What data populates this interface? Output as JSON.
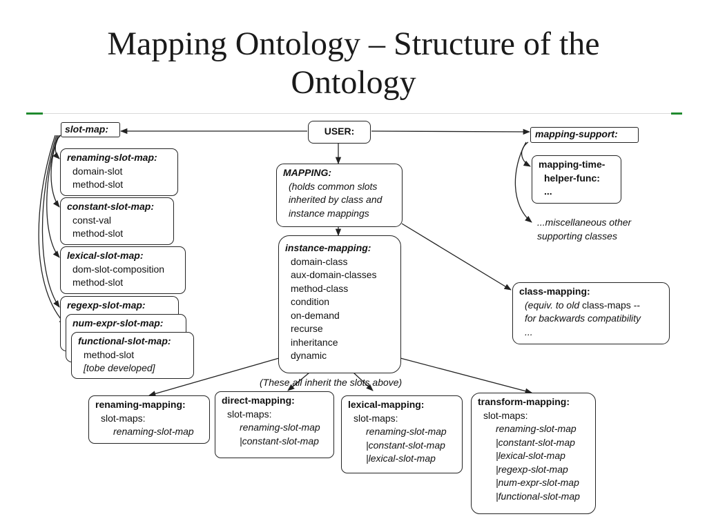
{
  "slide": {
    "title_line1": "Mapping Ontology – Structure of the",
    "title_line2": "Ontology"
  },
  "diagram": {
    "user": "USER:",
    "slot_map": "slot-map:",
    "mapping_support": "mapping-support:",
    "renaming_slot_map": {
      "title": "renaming-slot-map:",
      "slots": [
        "domain-slot",
        "method-slot"
      ]
    },
    "constant_slot_map": {
      "title": "constant-slot-map:",
      "slots": [
        "const-val",
        "method-slot"
      ]
    },
    "lexical_slot_map": {
      "title": "lexical-slot-map:",
      "slots": [
        "dom-slot-composition",
        "method-slot"
      ]
    },
    "regexp_slot_map": {
      "title": "regexp-slot-map:"
    },
    "num_expr_slot_map": {
      "title": "num-expr-slot-map:"
    },
    "functional_slot_map": {
      "title": "functional-slot-map:",
      "slots": [
        "method-slot",
        "[tobe developed]"
      ]
    },
    "mapping": {
      "title": "MAPPING:",
      "lines": [
        "(holds common slots",
        "inherited by class and",
        "instance mappings"
      ]
    },
    "mapping_time_helper": {
      "lines": [
        "mapping-time-",
        "helper-func:",
        "..."
      ]
    },
    "misc": {
      "lines": [
        "...miscellaneous other",
        "supporting classes"
      ]
    },
    "instance_mapping": {
      "title": "instance-mapping:",
      "slots": [
        "domain-class",
        "aux-domain-classes",
        "method-class",
        "condition",
        "on-demand",
        "recurse",
        "inheritance",
        "dynamic"
      ]
    },
    "class_mapping": {
      "title": "class-mapping:",
      "line1_a": "(equiv. to old",
      "line1_b": "class-maps --",
      "line2": "for backwards compatibility",
      "line3": "..."
    },
    "inherit_note": "(These all inherit the slots above)",
    "renaming_mapping": {
      "title": "renaming-mapping:",
      "slot_label": "slot-maps:",
      "maps": [
        "renaming-slot-map"
      ]
    },
    "direct_mapping": {
      "title": "direct-mapping:",
      "slot_label": "slot-maps:",
      "maps": [
        "renaming-slot-map",
        "|constant-slot-map"
      ]
    },
    "lexical_mapping": {
      "title": "lexical-mapping:",
      "slot_label": "slot-maps:",
      "maps": [
        "renaming-slot-map",
        "|constant-slot-map",
        "|lexical-slot-map"
      ]
    },
    "transform_mapping": {
      "title": "transform-mapping:",
      "slot_label": "slot-maps:",
      "maps": [
        "renaming-slot-map",
        "|constant-slot-map",
        "|lexical-slot-map",
        "|regexp-slot-map",
        "|num-expr-slot-map",
        "|functional-slot-map"
      ]
    }
  },
  "colors": {
    "accent_rule": "#1f8a2e",
    "line": "#222222"
  }
}
